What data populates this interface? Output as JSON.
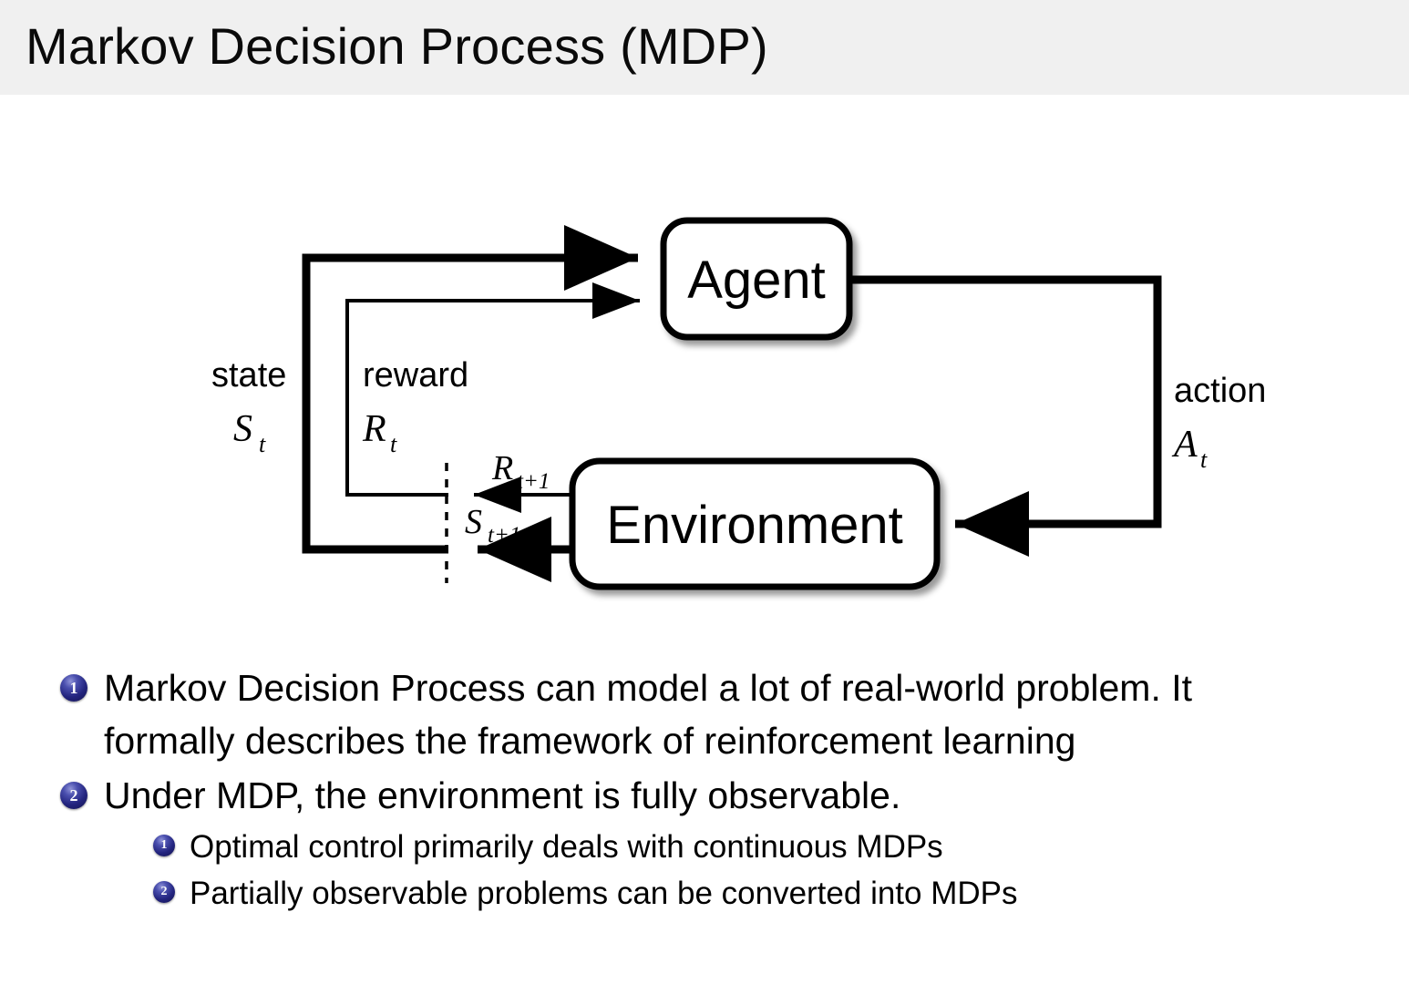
{
  "slide": {
    "title": "Markov Decision Process (MDP)",
    "header_bg": "#f0f0f0",
    "bullet_color": "#23247e"
  },
  "diagram": {
    "name": "agent-environment-interaction-diagram",
    "nodes": {
      "agent": "Agent",
      "environment": "Environment"
    },
    "labels": {
      "state_word": "state",
      "state_symbol": "S",
      "state_subscript": "t",
      "reward_word": "reward",
      "reward_symbol": "R",
      "reward_subscript": "t",
      "action_word": "action",
      "action_symbol": "A",
      "action_subscript": "t",
      "reward_next_symbol": "R",
      "reward_next_subscript": "t+1",
      "state_next_symbol": "S",
      "state_next_subscript": "t+1"
    }
  },
  "bullets": [
    {
      "number": "1",
      "level": 1,
      "line1": "Markov Decision Process can model a lot of real-world problem. It",
      "line2": "formally describes the framework of reinforcement learning"
    },
    {
      "number": "2",
      "level": 1,
      "line1": "Under MDP, the environment is fully observable.",
      "line2": ""
    },
    {
      "number": "1",
      "level": 2,
      "line1": "Optimal control primarily deals with continuous MDPs",
      "line2": ""
    },
    {
      "number": "2",
      "level": 2,
      "line1": "Partially observable problems can be converted into MDPs",
      "line2": ""
    }
  ]
}
